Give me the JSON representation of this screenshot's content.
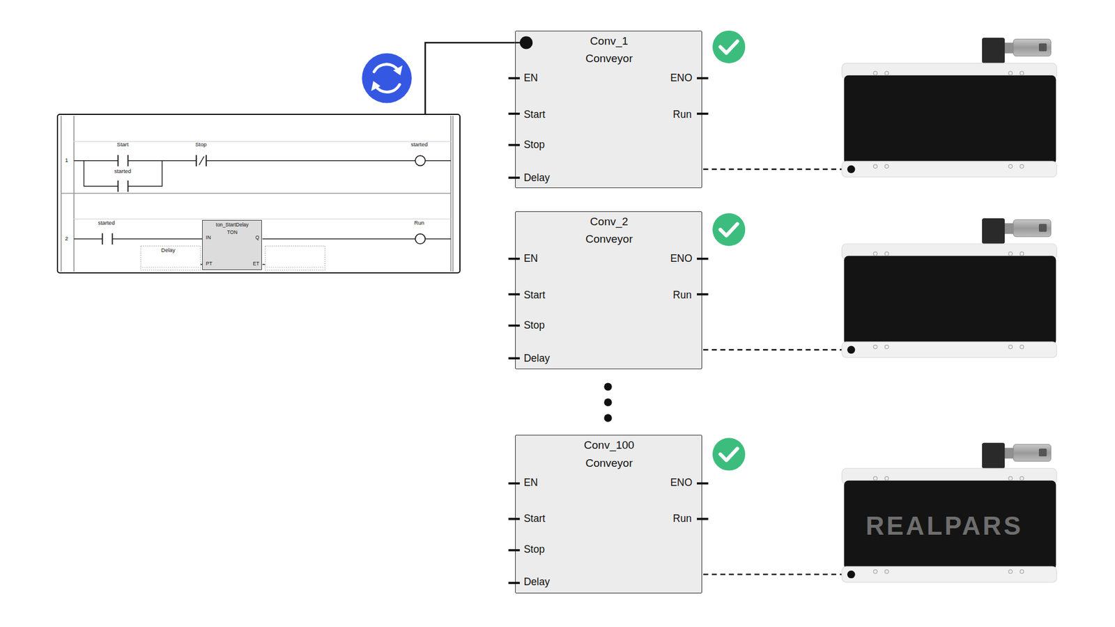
{
  "diagram": {
    "nodes": [
      {
        "text": [
          "1",
          "Start",
          "Stop",
          "started",
          "started",
          "2",
          "started",
          "Delay",
          "Run"
        ]
      },
      {
        "text": [
          "ton_StartDelay",
          "TON",
          "IN",
          "Q",
          "PT",
          "ET"
        ],
        "in": 0
      },
      {
        "text": [
          "Conv_1",
          "Conveyor",
          "EN",
          "ENO",
          "Start",
          "Run",
          "Stop",
          "Delay"
        ]
      },
      {
        "text": [
          "Conv_2",
          "Conveyor",
          "EN",
          "ENO",
          "Start",
          "Run",
          "Stop",
          "Delay"
        ]
      },
      {
        "text": [
          "Conv_100",
          "Conveyor",
          "EN",
          "ENO",
          "Start",
          "Run",
          "Stop",
          "Delay"
        ]
      }
    ],
    "edges": [
      {
        "from": 0,
        "to": 2,
        "arrow": "none"
      }
    ],
    "labels": [
      "REALPARS"
    ]
  }
}
